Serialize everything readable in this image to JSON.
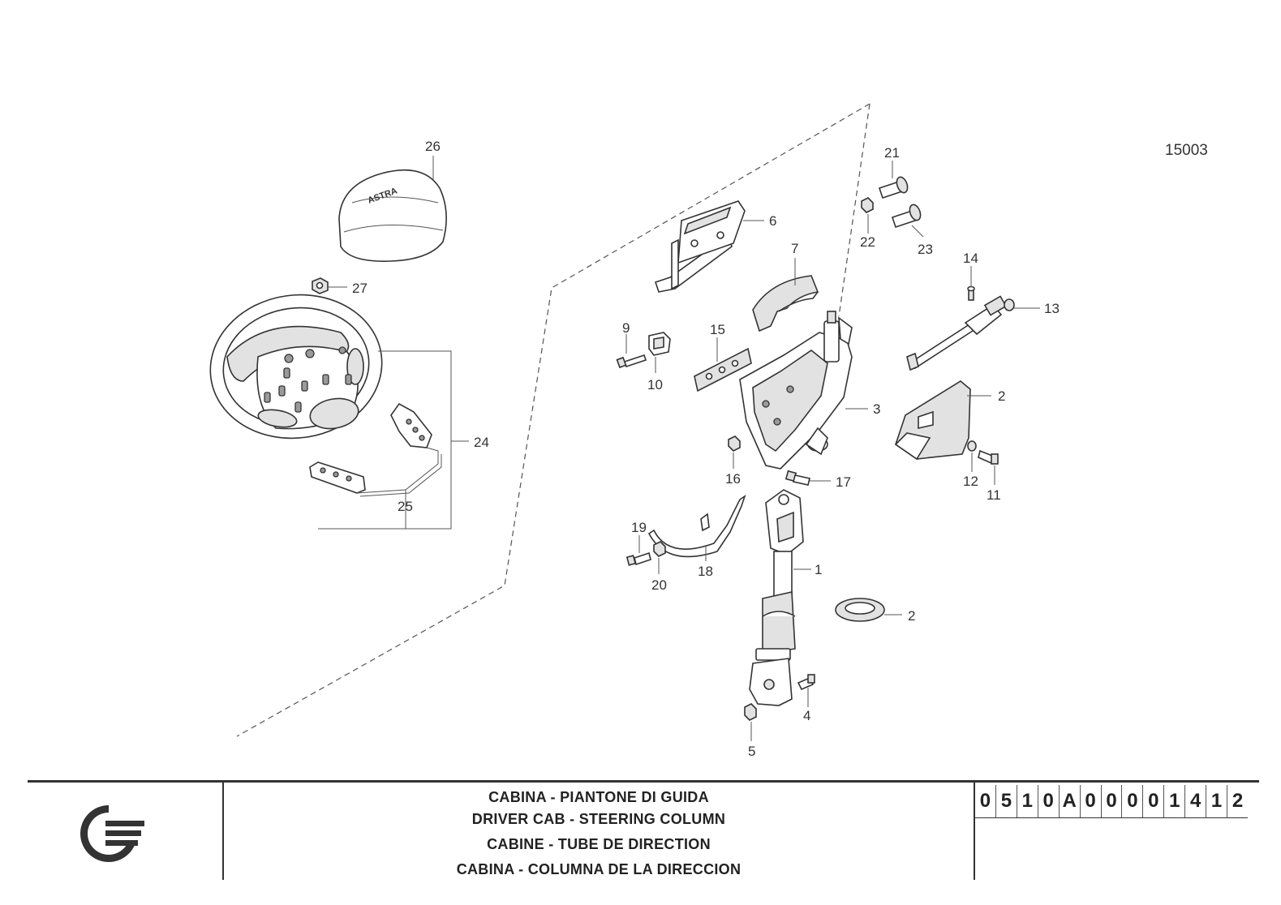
{
  "drawing": {
    "reference_number": "15003",
    "callouts": [
      {
        "id": "c1",
        "label": "1"
      },
      {
        "id": "c2a",
        "label": "2"
      },
      {
        "id": "c2b",
        "label": "2"
      },
      {
        "id": "c3",
        "label": "3"
      },
      {
        "id": "c4",
        "label": "4"
      },
      {
        "id": "c5",
        "label": "5"
      },
      {
        "id": "c6",
        "label": "6"
      },
      {
        "id": "c7",
        "label": "7"
      },
      {
        "id": "c9",
        "label": "9"
      },
      {
        "id": "c10",
        "label": "10"
      },
      {
        "id": "c11",
        "label": "11"
      },
      {
        "id": "c12",
        "label": "12"
      },
      {
        "id": "c13",
        "label": "13"
      },
      {
        "id": "c14",
        "label": "14"
      },
      {
        "id": "c15",
        "label": "15"
      },
      {
        "id": "c16",
        "label": "16"
      },
      {
        "id": "c17",
        "label": "17"
      },
      {
        "id": "c18",
        "label": "18"
      },
      {
        "id": "c19",
        "label": "19"
      },
      {
        "id": "c20",
        "label": "20"
      },
      {
        "id": "c21",
        "label": "21"
      },
      {
        "id": "c22",
        "label": "22"
      },
      {
        "id": "c23",
        "label": "23"
      },
      {
        "id": "c24",
        "label": "24"
      },
      {
        "id": "c25",
        "label": "25"
      },
      {
        "id": "c26",
        "label": "26"
      },
      {
        "id": "c27",
        "label": "27"
      }
    ],
    "horn_pad_lettering": "ASTRA"
  },
  "title_block": {
    "titles": [
      "CABINA - PIANTONE DI GUIDA",
      "DRIVER CAB - STEERING COLUMN",
      "CABINE - TUBE DE DIRECTION",
      "CABINA - COLUMNA DE LA DIRECCION"
    ],
    "code_characters": [
      "0",
      "5",
      "1",
      "0",
      "A",
      "0",
      "0",
      "0",
      "0",
      "1",
      "4",
      "1",
      "2"
    ]
  }
}
